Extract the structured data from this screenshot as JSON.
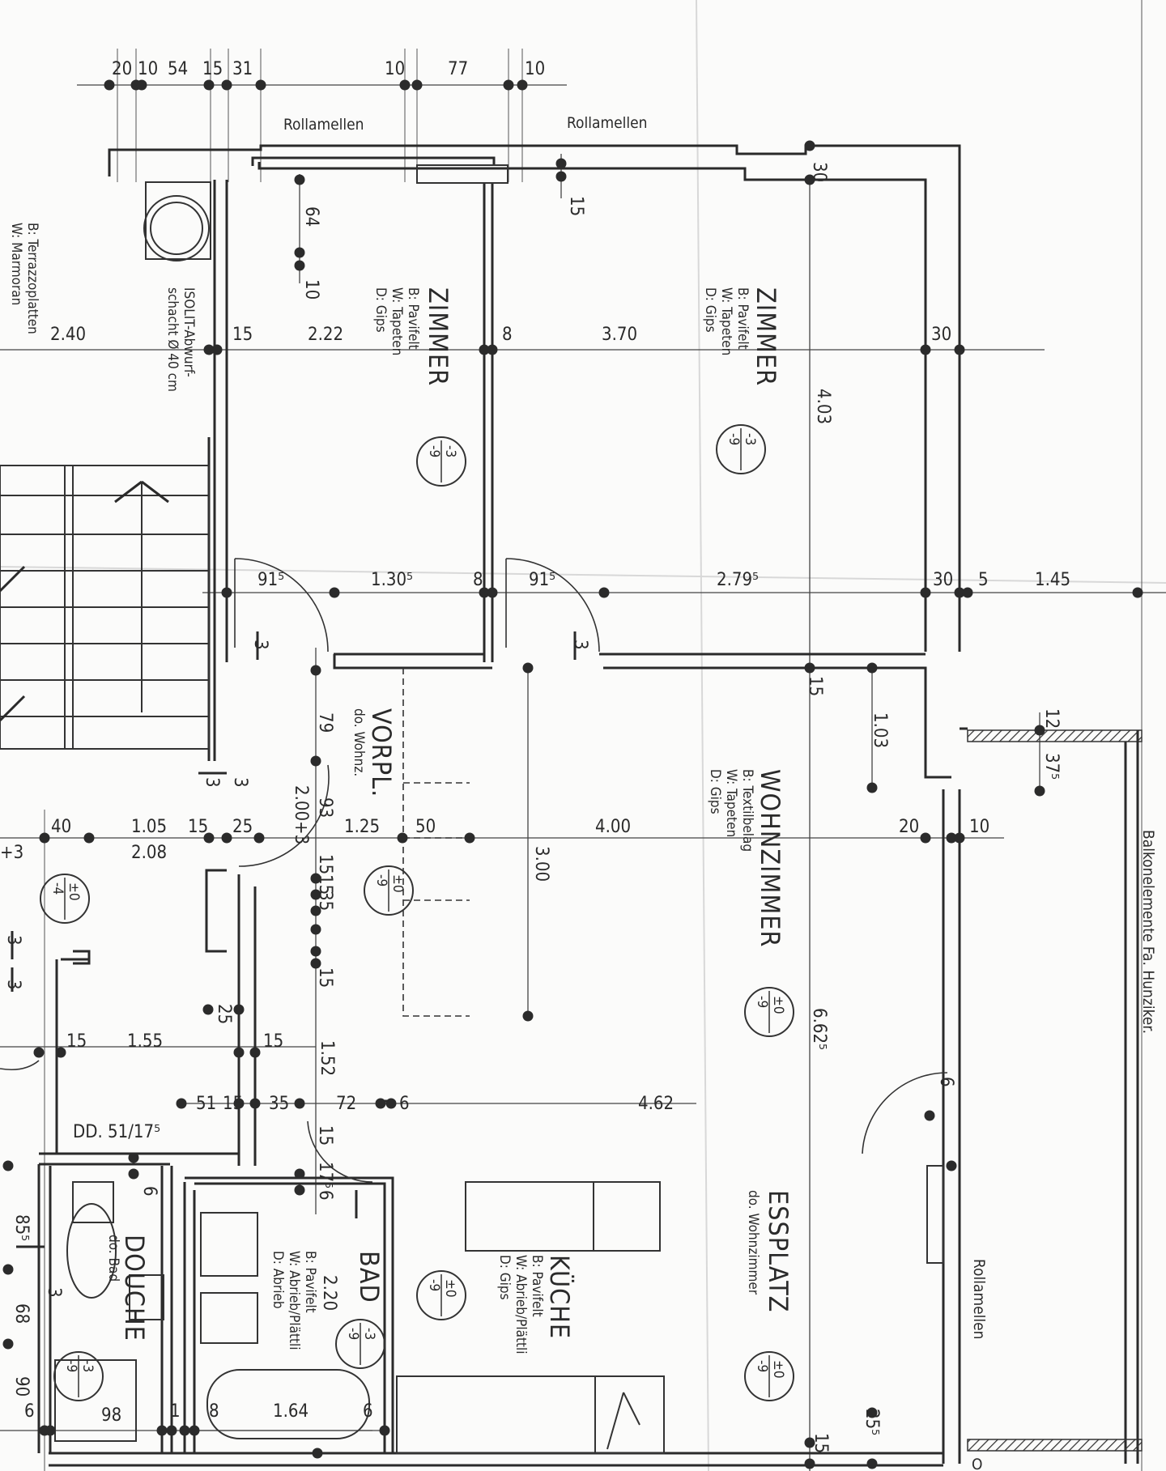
{
  "rooms": [
    {
      "name": "ZIMMER",
      "specs": [
        "B: Pavifelt",
        "W: Tapeten",
        "D: Gips"
      ],
      "level_top": "-3",
      "level_bottom": "-9"
    },
    {
      "name": "ZIMMER",
      "specs": [
        "B: Pavifelt",
        "W: Tapeten",
        "D: Gips"
      ],
      "level_top": "-3",
      "level_bottom": "-9"
    },
    {
      "name": "WOHNZIMMER",
      "specs": [
        "B: Textilbelag",
        "W: Tapeten",
        "D: Gips"
      ],
      "level_top": "±0",
      "level_bottom": "-9"
    },
    {
      "name": "VORPL.",
      "subtitle": "do. Wohnz.",
      "level_top": "±0",
      "level_bottom": "-9"
    },
    {
      "name": "KÜCHE",
      "specs": [
        "B: Pavifelt",
        "W: Abrieb/Plättli",
        "D: Gips"
      ],
      "level_top": "±0",
      "level_bottom": "-9"
    },
    {
      "name": "ESSPLATZ",
      "subtitle": "do. Wohnzimmer",
      "level_top": "±0",
      "level_bottom": "-9"
    },
    {
      "name": "BAD",
      "specs": [
        "B: Pavifelt",
        "W: Abrieb/Plättli",
        "D: Abrieb"
      ],
      "level_top": "-3",
      "level_bottom": "-9"
    },
    {
      "name": "DOUCHE",
      "subtitle": "do. Bad",
      "level_top": "-3",
      "level_bottom": "-9"
    }
  ],
  "stair": {
    "specs": [
      "B: Terrazzoplatten",
      "W: Marmoran"
    ],
    "level_top": "±0",
    "level_bottom": "-4"
  },
  "annotations": {
    "blinds_1": "Rollamellen",
    "blinds_2": "Rollamellen",
    "blinds_3": "Rollamellen",
    "balcony": "Balkonelemente Fa. Hunziker.",
    "shaft": [
      "ISOLIT-Abwurf-",
      "schacht Ø 40 cm"
    ],
    "cover": "DD. 51/17⁵",
    "edge_mark": "O"
  },
  "dimensions": {
    "top": [
      "20",
      "10",
      "54",
      "15",
      "31",
      "10",
      "77",
      "10"
    ],
    "row_a": [
      "2.40",
      "15",
      "2.22",
      "8",
      "3.70",
      "30"
    ],
    "row_b": [
      "91⁵",
      "1.30⁵",
      "8",
      "91⁵",
      "2.79⁵",
      "30",
      "5",
      "1.45"
    ],
    "row_c": [
      "40",
      "1.05",
      "15",
      "25",
      "1.25",
      "50",
      "4.00",
      "20",
      "10"
    ],
    "row_c2": [
      "2.08",
      "+3"
    ],
    "row_d": [
      "15",
      "1.55",
      "15",
      "1.52"
    ],
    "row_e": [
      "51",
      "15",
      "35",
      "72",
      "6",
      "4.62"
    ],
    "row_f": [
      "6",
      "98",
      "1",
      "8",
      "1.64",
      "6"
    ],
    "vertical": [
      "30",
      "15",
      "64",
      "10",
      "4.03",
      "3",
      "3",
      "15",
      "1.03",
      "12",
      "37⁵",
      "79",
      "93",
      "2.00+3",
      "15",
      "15",
      "35",
      "15",
      "3.00",
      "6.62⁵",
      "25",
      "15",
      "17⁵",
      "6",
      "2.20",
      "85⁵",
      "68",
      "90",
      "25⁵",
      "15",
      "3",
      "3",
      "3",
      "3",
      "3",
      "6",
      "6"
    ]
  }
}
